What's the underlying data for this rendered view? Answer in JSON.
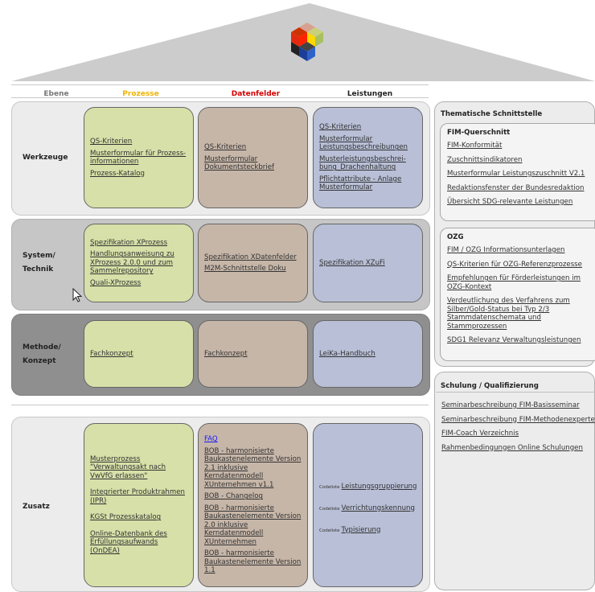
{
  "header": {
    "columns": {
      "ebene": "Ebene",
      "prozesse": "Prozesse",
      "datenfelder": "Datenfelder",
      "leistungen": "Leistungen"
    },
    "colors": {
      "prozesse": "#f0b400",
      "datenfelder": "#d40000",
      "leistungen": "#222222"
    }
  },
  "rows": {
    "werkzeuge": {
      "label": "Werkzeuge",
      "prozesse": [
        "QS-Kriterien",
        "Musterformular für Prozess-informationen",
        "Prozess-Katalog"
      ],
      "datenfelder": [
        "QS-Kriterien",
        "Musterformular Dokumentsteckbrief"
      ],
      "leistungen": [
        "QS-Kriterien",
        "Musterformular Leistungsbeschreibungen",
        "Musterleistungsbeschrei-bung_Drachenhaltung",
        "Pflichtattribute - Anlage Musterformular"
      ]
    },
    "system": {
      "label_line1": "System/",
      "label_line2": "Technik",
      "prozesse": [
        "Spezifikation XProzess",
        "Handlungsanweisung zu XProzess 2.0.0 und zum Sammelrepository",
        "Quali-XProzess"
      ],
      "datenfelder": [
        "Spezifikation XDatenfelder",
        "M2M-Schnittstelle Doku"
      ],
      "leistungen": [
        "Spezifikation XZuFi"
      ]
    },
    "methode": {
      "label_line1": "Methode/",
      "label_line2": "Konzept",
      "prozesse": [
        "Fachkonzept"
      ],
      "datenfelder": [
        "Fachkonzept"
      ],
      "leistungen": [
        "LeiKa-Handbuch"
      ]
    },
    "zusatz": {
      "label": "Zusatz",
      "prozesse": [
        "Musterprozess \"Verwaltungsakt nach VwVfG erlassen\"",
        "Integrierter Produktrahmen (IPR)",
        "KGSt Prozesskatalog",
        "Online-Datenbank des Erfüllungsaufwands (OnDEA)"
      ],
      "datenfelder": [
        "FAQ",
        "BOB - harmonisierte Baukastenelemente Version 2.1 inklusive Kerndatenmodell XUnternehmen v1.1",
        "BOB - Changelog",
        "BOB - harmonisierte Baukastenelemente Version 2.0 inklusive Kerndatenmodell XUnternehmen",
        "BOB - harmonisierte Baukastenelemente Version 1.1"
      ],
      "leistungen": [
        {
          "prefix": "Codeliste",
          "label": "Leistungsgruppierung"
        },
        {
          "prefix": "Codeliste",
          "label": "Verrichtungskennung"
        },
        {
          "prefix": "Codeliste",
          "label": "Typisierung"
        }
      ]
    }
  },
  "sidebar": {
    "schnittstelle": {
      "title": "Thematische Schnittstelle",
      "fim_title": "FIM-Querschnitt",
      "fim_links": [
        "FIM-Konformität",
        "Zuschnittsindikatoren",
        "Musterformular Leistungszuschnitt V2.1",
        "Redaktionsfenster der Bundesredaktion",
        "Übersicht SDG-relevante Leistungen"
      ],
      "ozg_title": "OZG",
      "ozg_links": [
        "FIM / OZG Informationsunterlagen",
        "QS-Kriterien für OZG-Referenzprozesse",
        "Empfehlungen für Förderleistungen im OZG-Kontext",
        "Verdeutlichung des Verfahrens zum Silber/Gold-Status bei Typ 2/3 Stammdatenschemata und Stammprozessen",
        "SDG1 Relevanz Verwaltungsleistungen"
      ]
    },
    "schulung": {
      "title": "Schulung / Qualifizierung",
      "links": [
        "Seminarbeschreibung FIM-Basisseminar",
        "Seminarbeschreibung FIM-Methodenexperte",
        "FIM-Coach Verzeichnis",
        "Rahmenbedingungen Online Schulungen"
      ]
    }
  }
}
